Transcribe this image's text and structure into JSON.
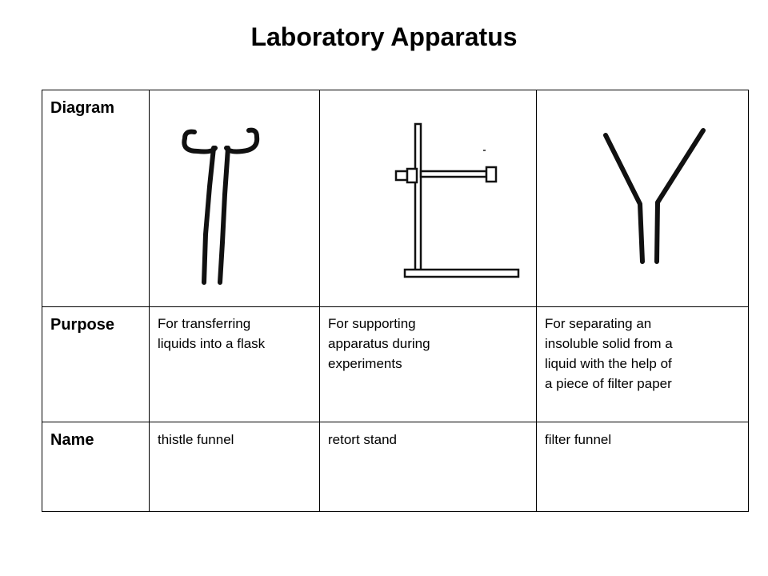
{
  "title": "Laboratory Apparatus",
  "row_labels": {
    "diagram": "Diagram",
    "purpose": "Purpose",
    "name": "Name"
  },
  "apparatus": [
    {
      "icon": "thistle-funnel-drawing",
      "purpose": [
        "For transferring",
        "liquids into a flask"
      ],
      "name": "thistle funnel"
    },
    {
      "icon": "retort-stand-drawing",
      "purpose": [
        "For supporting",
        "apparatus during",
        "experiments"
      ],
      "name": "retort stand"
    },
    {
      "icon": "filter-funnel-drawing",
      "purpose": [
        "For separating an",
        "insoluble solid from a",
        "liquid with the help of",
        "a piece of filter paper"
      ],
      "name": "filter funnel"
    }
  ]
}
